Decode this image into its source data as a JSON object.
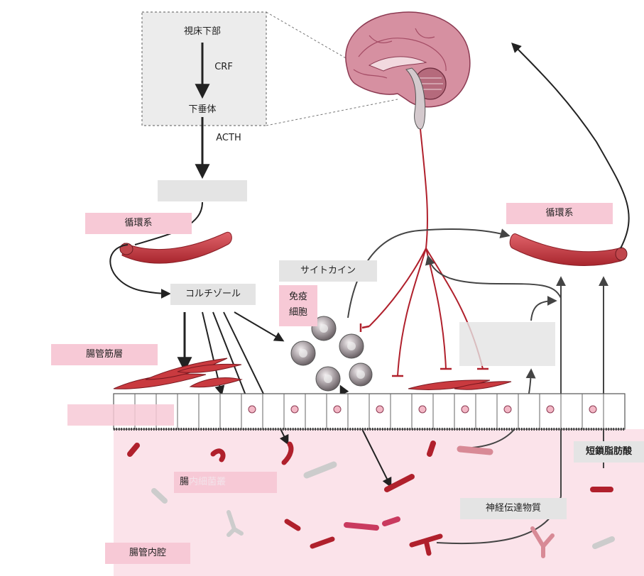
{
  "labels": {
    "hypothalamus": "視床下部",
    "crf": "CRF",
    "pituitary": "下垂体",
    "acth": "ACTH",
    "adrenal": "",
    "circulation_left": "循環系",
    "circulation_right": "循環系",
    "cortisol": "コルチゾール",
    "cytokine": "サイトカイン",
    "immune_cells": "免疫\n細胞",
    "gut_muscle": "腸管筋層",
    "epithelium": "",
    "gut_microbiota": "腸",
    "gut_microbiota_faint": "内細菌叢",
    "gut_lumen": "腸管内腔",
    "scfa": "短鎖脂肪酸",
    "neurotransmitter": "神経伝達物質",
    "enteric_box": ""
  },
  "colors": {
    "label_pink": "#f7c9d6",
    "label_grey": "#e4e4e4",
    "nerve_red": "#b0202c",
    "vessel_red": "#c93a3f",
    "lumen_pink": "#fbe3ea",
    "arrow_dark": "#222222"
  }
}
